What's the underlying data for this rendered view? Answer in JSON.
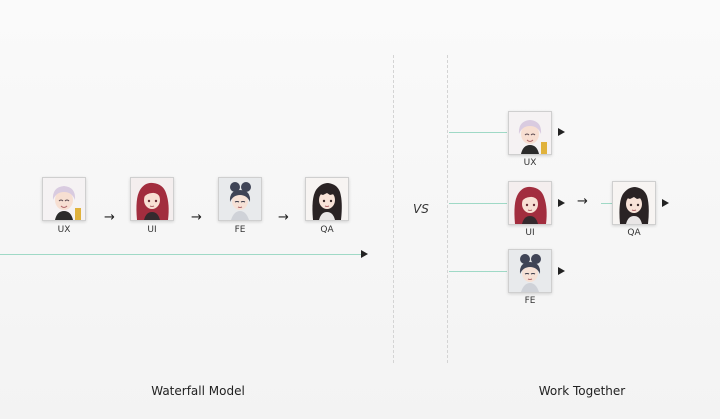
{
  "waterfall": {
    "title": "Waterfall Model",
    "roles": [
      "UX",
      "UI",
      "FE",
      "QA"
    ]
  },
  "together": {
    "title": "Work Together",
    "roles": [
      "UX",
      "UI",
      "FE",
      "QA"
    ]
  },
  "vs_label": "VS",
  "arrow_glyph": "→",
  "colors": {
    "timeline": "#9fd9c6",
    "arrowhead": "#222222",
    "divider": "#d4d4d4",
    "ux_hair": "#d9cbe0",
    "ui_hair": "#a22d3e",
    "fe_hair": "#3f4456",
    "qa_hair": "#2a2324"
  }
}
